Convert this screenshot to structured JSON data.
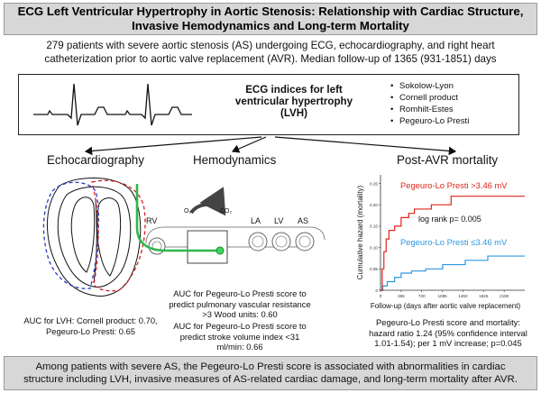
{
  "title": "ECG Left Ventricular Hypertrophy in Aortic Stenosis: Relationship with Cardiac Structure,\nInvasive Hemodynamics and Long-term Mortality",
  "intro": "279 patients with severe aortic stenosis (AS) undergoing ECG, echocardiography, and right heart\ncatheterization prior to aortic valve replacement (AVR). Median follow-up of 1365 (931-1851) days",
  "lvh_box": {
    "title": "ECG indices for left\nventricular hypertrophy\n(LVH)",
    "indices": [
      "Sokolow-Lyon",
      "Cornell product",
      "Romhilt-Estes",
      "Pegeuro-Lo Presti"
    ]
  },
  "echo": {
    "heading": "Echocardiography",
    "result": "AUC for LVH: Cornell product: 0.70,\nPegeuro-Lo Presti: 0.65"
  },
  "hemo": {
    "heading": "Hemodynamics",
    "labels": {
      "rv": "RV",
      "la": "LA",
      "lv": "LV",
      "as": "AS",
      "o2": "O₂",
      "co2": "CO₂"
    },
    "result_pvr": "AUC for Pegeuro-Lo Presti score to\npredict pulmonary vascular resistance\n>3 Wood units: 0.60",
    "result_svi": "AUC for Pegeuro-Lo Presti score to\npredict stroke volume index <31\nml/min: 0.66"
  },
  "mortality": {
    "heading": "Post-AVR mortality",
    "result": "Pegeuro-Lo Presti score and mortality:\nhazard ratio 1.24 (95% confidence interval\n1.01-1.54); per 1 mV increase; p=0.045"
  },
  "chart_data": {
    "type": "line",
    "ylabel": "Cumulative hazard (mortality)",
    "xlabel": "Follow-up (days after aortic valve replacement)",
    "x_ticks": [
      0,
      365,
      730,
      1095,
      1460,
      1825,
      2190
    ],
    "y_ticks": [
      0,
      0.05,
      0.1,
      0.15,
      0.2,
      0.25
    ],
    "y_tick_labels": [
      "0",
      "0.05",
      "0.10",
      "0.15",
      "0.20",
      "0.25"
    ],
    "xlim": [
      0,
      2555
    ],
    "ylim": [
      0,
      0.27
    ],
    "annotation": "log rank p= 0.005",
    "series": [
      {
        "name": "Pegeuro-Lo Presti >3.46 mV",
        "color": "#e0251b",
        "points": [
          [
            0,
            0
          ],
          [
            30,
            0.05
          ],
          [
            60,
            0.09
          ],
          [
            100,
            0.12
          ],
          [
            150,
            0.14
          ],
          [
            250,
            0.15
          ],
          [
            365,
            0.17
          ],
          [
            500,
            0.18
          ],
          [
            600,
            0.19
          ],
          [
            900,
            0.2
          ],
          [
            1250,
            0.22
          ],
          [
            2555,
            0.22
          ]
        ]
      },
      {
        "name": "Pegeuro-Lo Presti ≤3.46 mV",
        "color": "#2f96e0",
        "points": [
          [
            0,
            0
          ],
          [
            40,
            0.01
          ],
          [
            120,
            0.02
          ],
          [
            250,
            0.03
          ],
          [
            365,
            0.04
          ],
          [
            550,
            0.045
          ],
          [
            800,
            0.05
          ],
          [
            1100,
            0.06
          ],
          [
            1500,
            0.07
          ],
          [
            1900,
            0.08
          ],
          [
            2555,
            0.08
          ]
        ]
      }
    ]
  },
  "conclusion": "Among patients with severe AS, the Pegeuro-Lo Presti score is associated with abnormalities in cardiac\nstructure including LVH, invasive measures of AS-related cardiac damage, and long-term mortality after AVR."
}
